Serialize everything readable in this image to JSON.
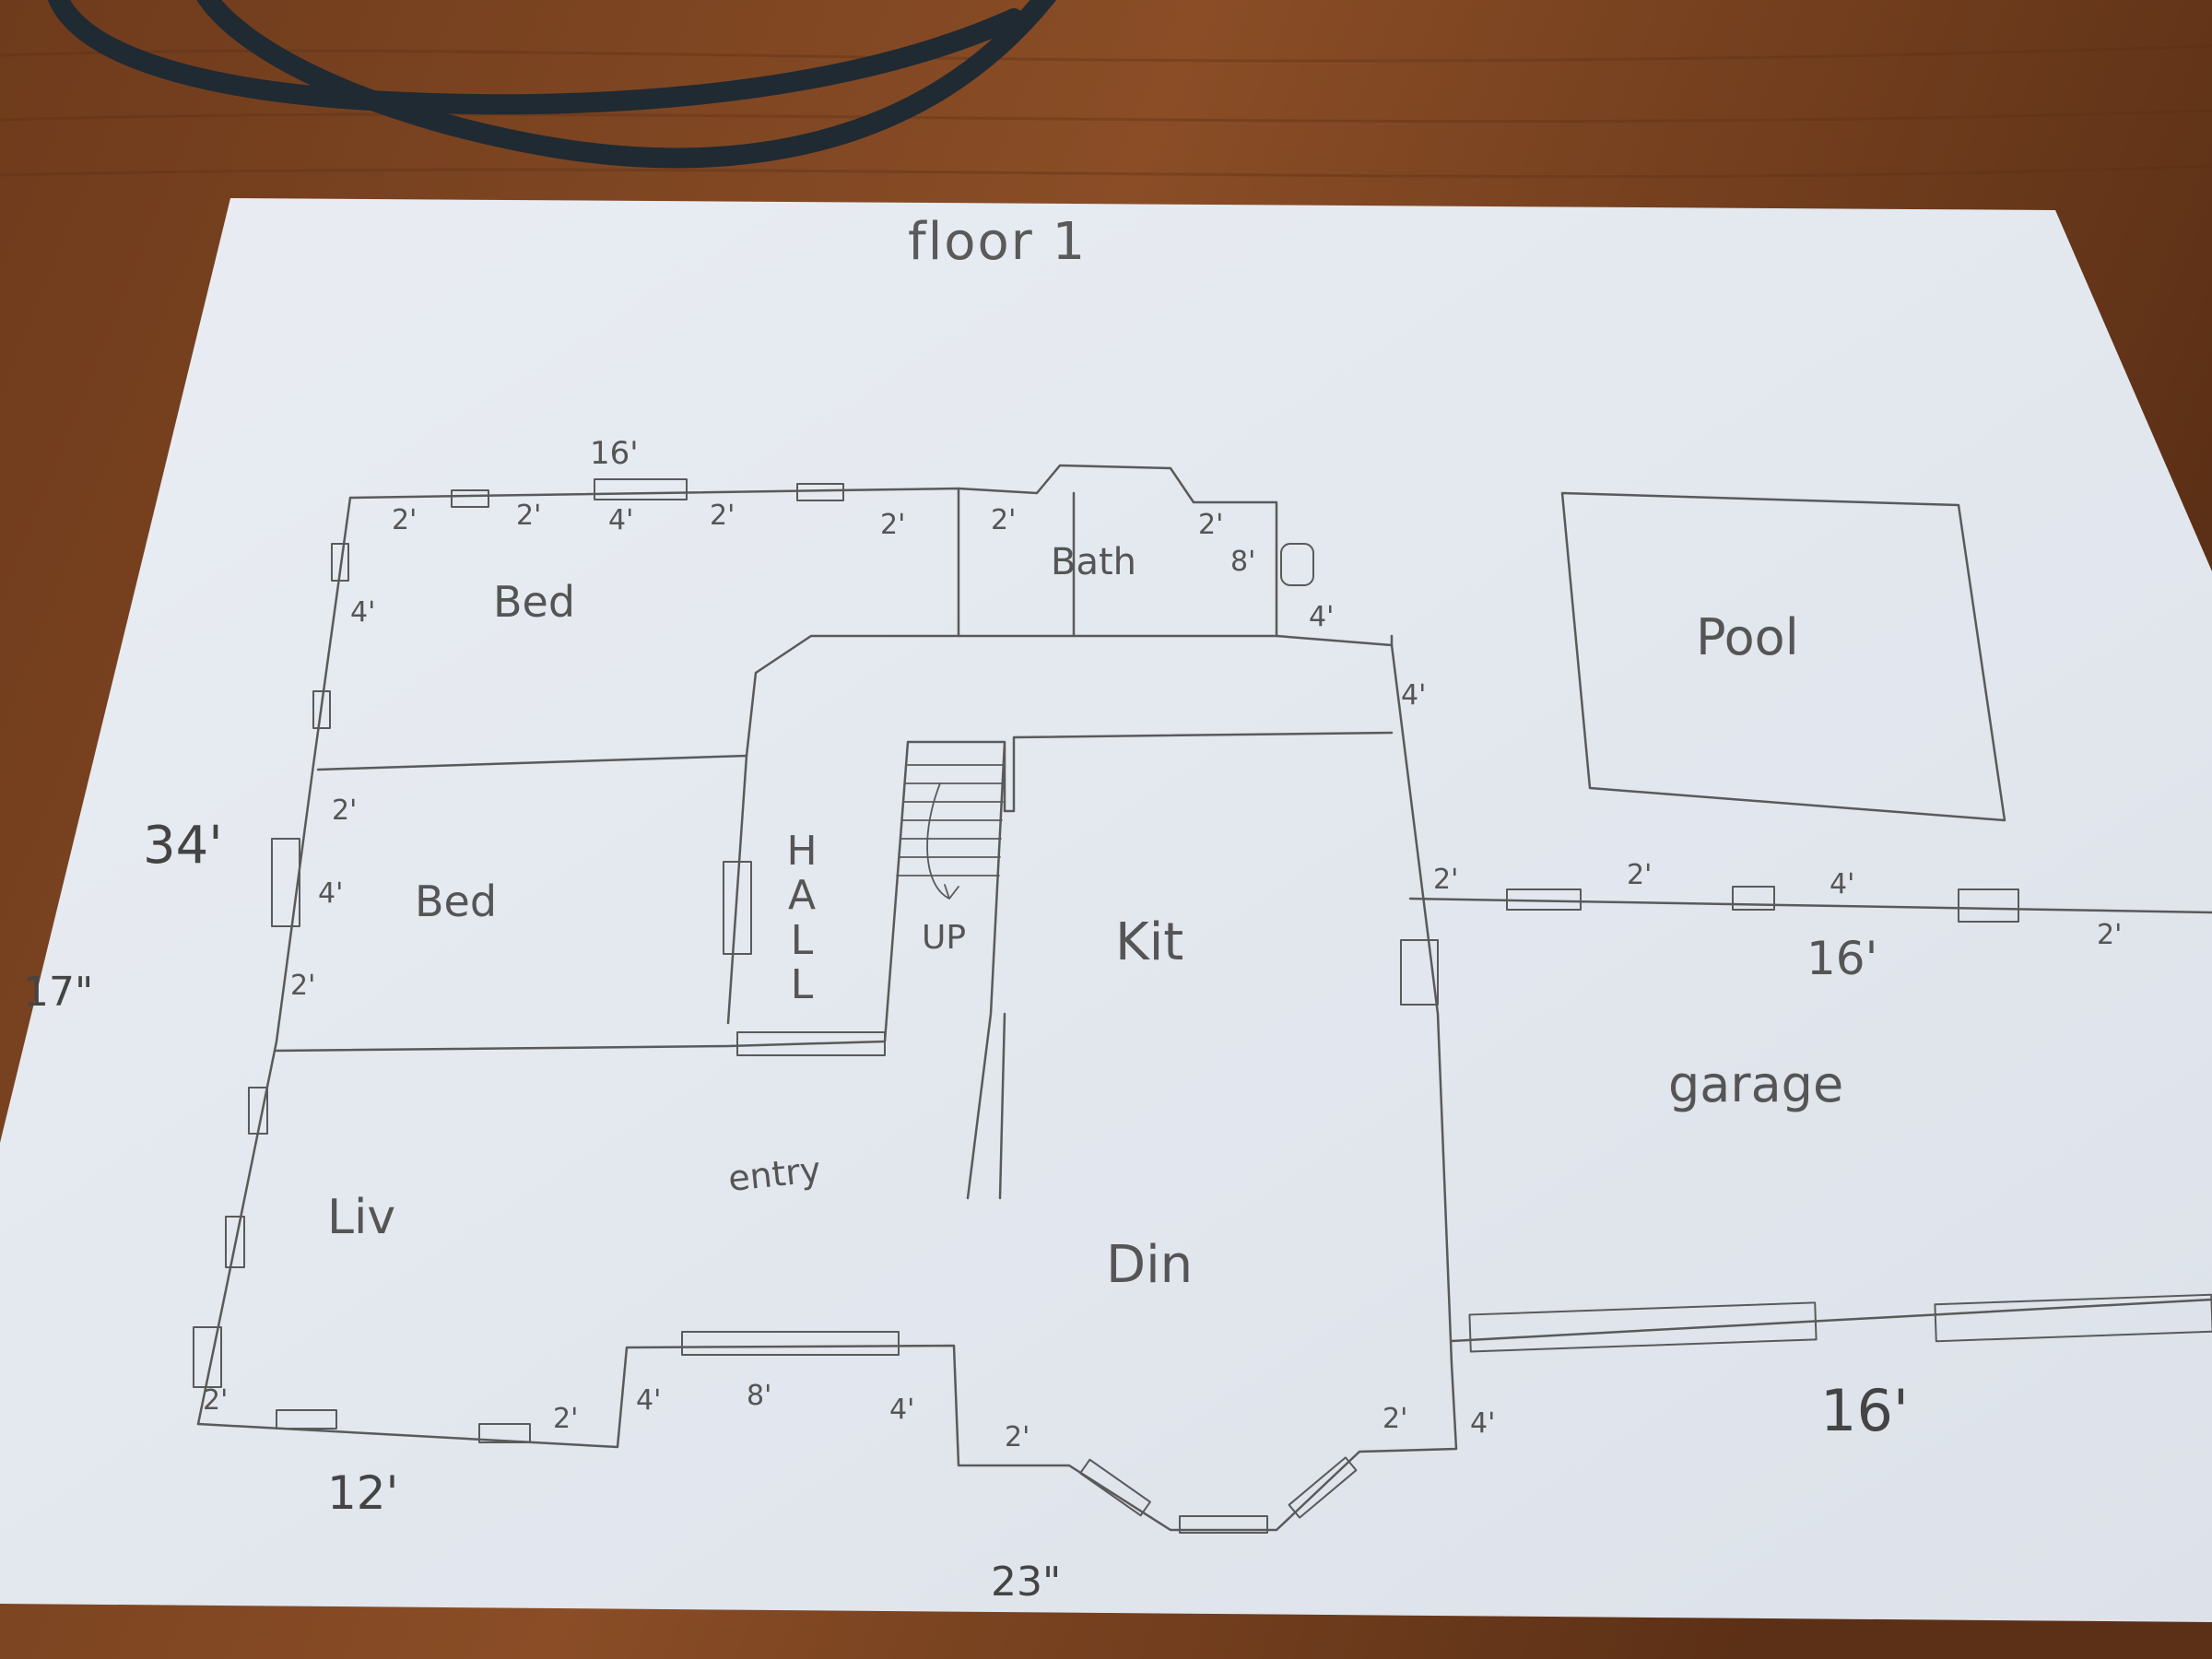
{
  "sheet_title": "floor 1",
  "rooms": {
    "bed_top": "Bed",
    "bed_middle": "Bed",
    "bath": "Bath",
    "hall": "HALL",
    "stairs": "UP",
    "kitchen": "Kit",
    "living": "Liv",
    "entry": "entry",
    "dining": "Din",
    "pool": "Pool",
    "garage": "garage"
  },
  "dimensions": {
    "top_wall_width": "16'",
    "left_wall_height": "34'",
    "sheet_side_note": "17\"",
    "bottom_left_width": "12'",
    "sheet_bottom_note": "23\"",
    "garage_top_width": "16'",
    "garage_bottom_width": "16'",
    "bath_depth": "8'",
    "front_bay_width": "8'",
    "small_2ft": "2'",
    "small_4ft": "4'"
  },
  "colors": {
    "table": "#7a4422",
    "paper": "#e6eaf0",
    "pencil": "#5a5a5a",
    "cable": "#1f2a33"
  }
}
